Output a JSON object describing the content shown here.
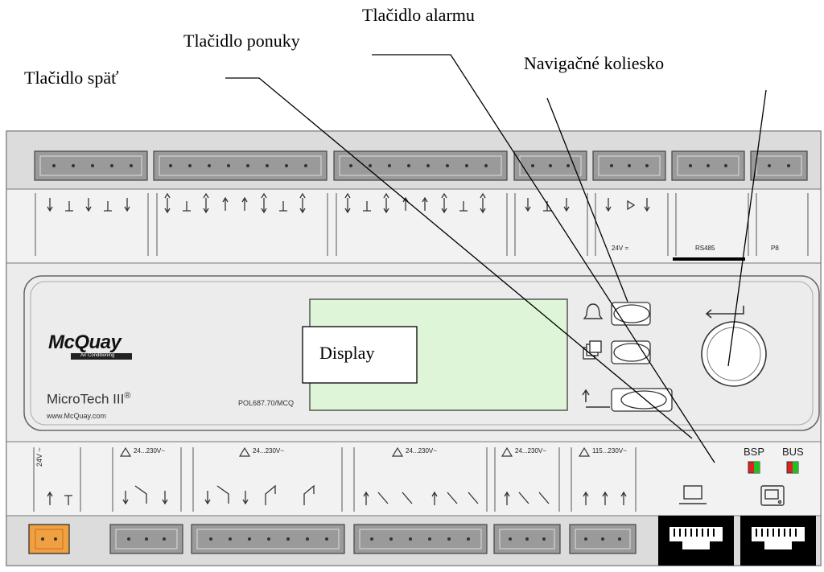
{
  "callouts": {
    "back_button": "Tlačidlo späť",
    "menu_button": "Tlačidlo ponuky",
    "alarm_button": "Tlačidlo alarmu",
    "nav_wheel": "Navigačné koliesko"
  },
  "device": {
    "brand": "McQuay",
    "brand_sub": "Air Conditioning",
    "model": "MicroTech III",
    "registered": "®",
    "website": "www.McQuay.com",
    "part_number": "POL687.70/MCQ",
    "display_label": "Display",
    "bsp_label": "BSP",
    "bus_label": "BUS",
    "voltage_24v": "24V ~",
    "relay_label_a": "24...230V~",
    "relay_label_b": "24...230V~",
    "relay_label_c": "24...230V~",
    "relay_label_d": "24...230V~",
    "relay_label_e": "115...230V~",
    "rs485_label": "RS485",
    "p8_label": "P8",
    "v24_label": "24V ="
  },
  "colors": {
    "display_bg": "#dff5d8",
    "housing": "#e8e8e8",
    "terminal_orange": "#f0a040",
    "led_red": "#e02020",
    "led_green": "#20c020"
  }
}
